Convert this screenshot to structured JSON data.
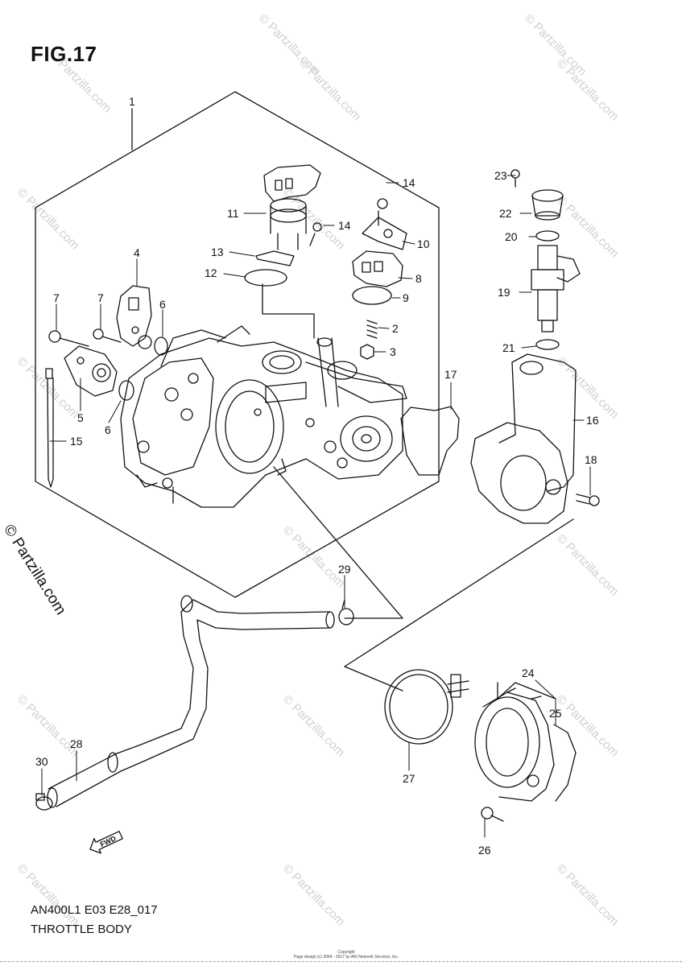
{
  "figure_label": "FIG.17",
  "model_code": "AN400L1 E03 E28_017",
  "section_title": "THROTTLE BODY",
  "copyright_text": "Copyright\nPage design (c) 2004 - 2017 by ARI Network Services, Inc.",
  "brand_side": "© Partzilla.com",
  "watermark_text": "© Partzilla.com",
  "fwd_label": "FWD",
  "callouts": {
    "c1": "1",
    "c2": "2",
    "c3": "3",
    "c4": "4",
    "c5": "5",
    "c6a": "6",
    "c6b": "6",
    "c7a": "7",
    "c7b": "7",
    "c8": "8",
    "c9": "9",
    "c10": "10",
    "c11": "11",
    "c12": "12",
    "c13": "13",
    "c14a": "14",
    "c14b": "14",
    "c15": "15",
    "c16": "16",
    "c17": "17",
    "c18": "18",
    "c19": "19",
    "c20": "20",
    "c21": "21",
    "c22": "22",
    "c23": "23",
    "c24": "24",
    "c25": "25",
    "c26": "26",
    "c27": "27",
    "c28": "28",
    "c29": "29",
    "c30": "30"
  }
}
